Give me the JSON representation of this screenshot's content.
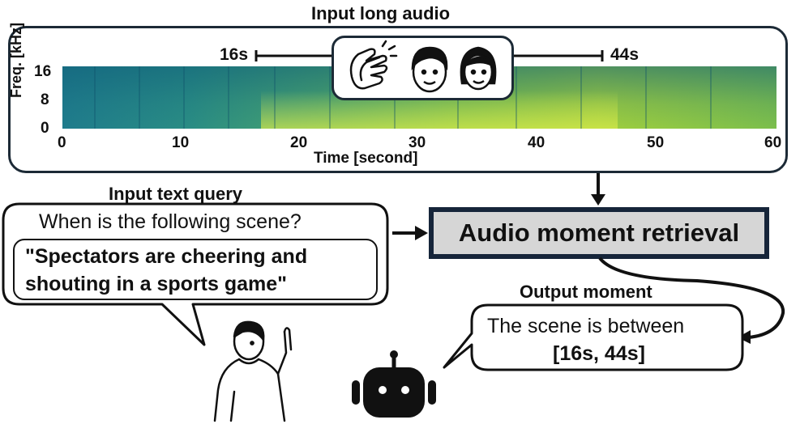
{
  "audio": {
    "title": "Input long audio",
    "y_label": "Freq. [kHz]",
    "y_ticks": [
      "16",
      "8",
      "0"
    ],
    "x_ticks": [
      "0",
      "10",
      "20",
      "30",
      "40",
      "50",
      "60"
    ],
    "x_label": "Time [second]",
    "start_label": "16s",
    "end_label": "44s"
  },
  "query": {
    "title": "Input text query",
    "question": "When is the following scene?",
    "scene_line1": "\"Spectators are cheering and",
    "scene_line2": "shouting in a sports game\""
  },
  "retrieval": {
    "label": "Audio moment retrieval"
  },
  "output": {
    "title": "Output moment",
    "line1": "The scene is between",
    "line2": "[16s, 44s]"
  },
  "icons": [
    "clapping-hands-icon",
    "man-face-icon",
    "woman-face-icon",
    "person-pointing-icon",
    "robot-icon"
  ],
  "colors": {
    "frame": "#1c2a36",
    "retrieval_fill": "#d6d6d6",
    "spectrogram_low": "#1f7c8c",
    "spectrogram_high": "#a0cf3e"
  }
}
